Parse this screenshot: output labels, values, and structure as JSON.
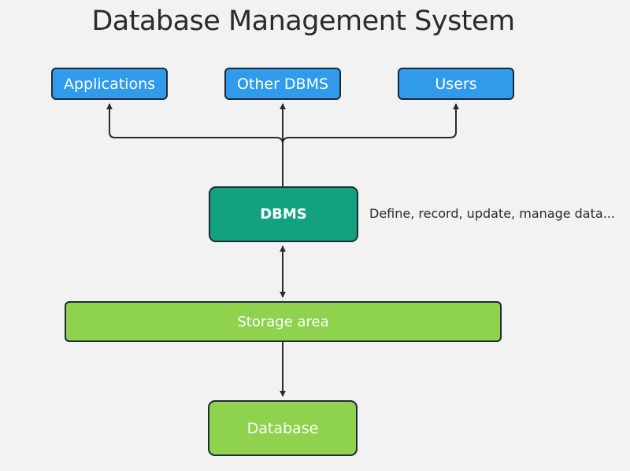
{
  "title": "Database Management System",
  "nodes": {
    "applications": "Applications",
    "other_dbms": "Other DBMS",
    "users": "Users",
    "dbms": "DBMS",
    "storage_area": "Storage area",
    "database": "Database"
  },
  "annotation": "Define, record, update, manage data...",
  "colors": {
    "blue_node": "#2f9bea",
    "dbms_node": "#12a282",
    "green_node": "#8ed24d",
    "border": "#1f2a36",
    "background": "#f2f2f2"
  }
}
